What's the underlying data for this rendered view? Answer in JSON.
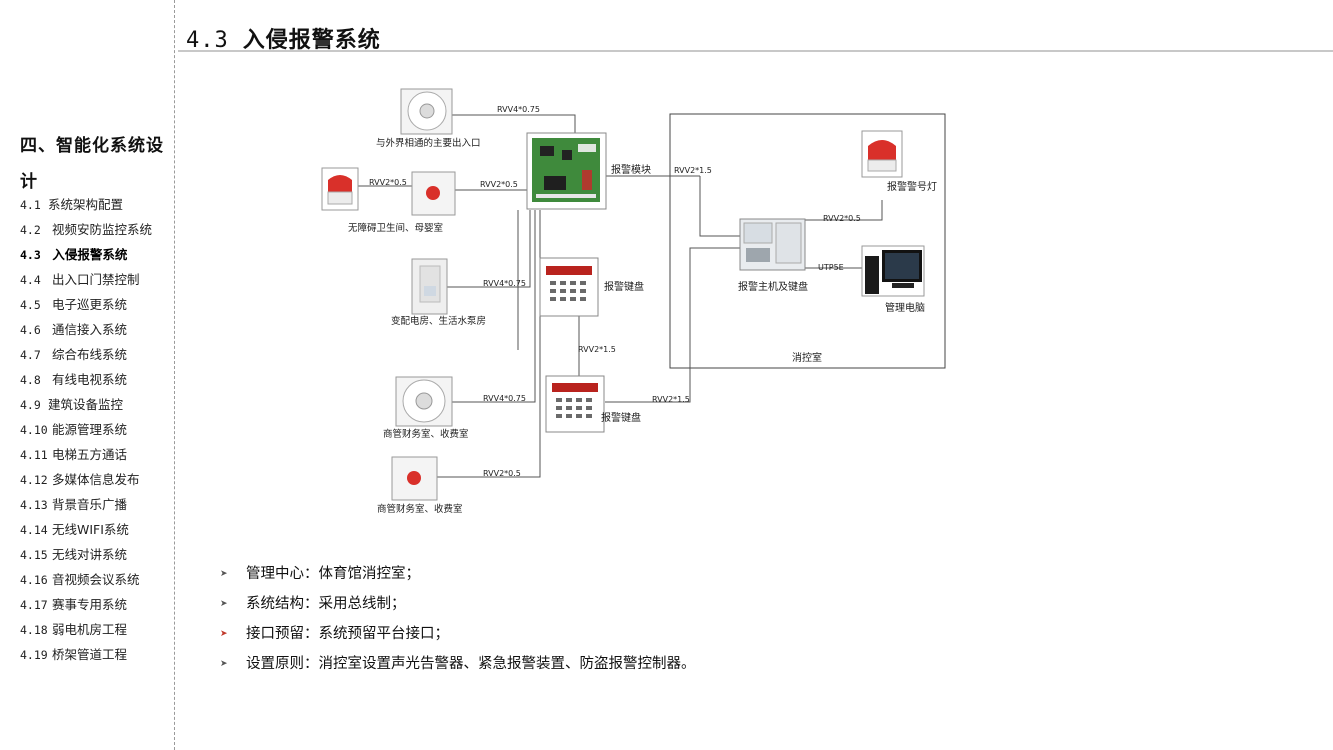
{
  "sidebar": {
    "section_title": "四、智能化系统设计",
    "items": [
      {
        "num": "4.1",
        "label": "系统架构配置",
        "active": false
      },
      {
        "num": "4.2",
        "label": "视频安防监控系统",
        "active": false
      },
      {
        "num": "4.3",
        "label": "入侵报警系统",
        "active": true
      },
      {
        "num": "4.4",
        "label": "出入口门禁控制",
        "active": false
      },
      {
        "num": "4.5",
        "label": "电子巡更系统",
        "active": false
      },
      {
        "num": "4.6",
        "label": "通信接入系统",
        "active": false
      },
      {
        "num": "4.7",
        "label": "综合布线系统",
        "active": false
      },
      {
        "num": "4.8",
        "label": "有线电视系统",
        "active": false
      },
      {
        "num": "4.9",
        "label": "建筑设备监控",
        "active": false
      },
      {
        "num": "4.10",
        "label": "能源管理系统",
        "active": false
      },
      {
        "num": "4.11",
        "label": "电梯五方通话",
        "active": false
      },
      {
        "num": "4.12",
        "label": "多媒体信息发布",
        "active": false
      },
      {
        "num": "4.13",
        "label": "背景音乐广播",
        "active": false
      },
      {
        "num": "4.14",
        "label": "无线WIFI系统",
        "active": false
      },
      {
        "num": "4.15",
        "label": "无线对讲系统",
        "active": false
      },
      {
        "num": "4.16",
        "label": "音视频会议系统",
        "active": false
      },
      {
        "num": "4.17",
        "label": "赛事专用系统",
        "active": false
      },
      {
        "num": "4.18",
        "label": "弱电机房工程",
        "active": false
      },
      {
        "num": "4.19",
        "label": "桥架管道工程",
        "active": false
      }
    ]
  },
  "page": {
    "title_num": "4.3",
    "title_text": "入侵报警系统"
  },
  "diagram": {
    "labels": {
      "entrance": "与外界相通的主要出入口",
      "accessible_toilet": "无障碍卫生间、母婴室",
      "substation": "变配电房、生活水泵房",
      "finance_detector": "商管财务室、收费室",
      "finance_button": "商管财务室、收费室",
      "alarm_module": "报警模块",
      "keypad_1": "报警键盘",
      "keypad_2": "报警键盘",
      "strobe": "报警警号灯",
      "host": "报警主机及键盘",
      "computer": "管理电脑",
      "control_room": "消控室"
    },
    "cables": {
      "entrance": "RVV4*0.75",
      "toilet_siren": "RVV2*0.5",
      "toilet_button": "RVV2*0.5",
      "module_host": "RVV2*1.5",
      "host_strobe": "RVV2*0.5",
      "host_pc": "UTP5E",
      "substation": "RVV4*0.75",
      "keypads": "RVV2*1.5",
      "keypad_host": "RVV2*1.5",
      "finance_detector": "RVV4*0.75",
      "finance_button": "RVV2*0.5"
    }
  },
  "bullets": [
    {
      "text": "管理中心：体育馆消控室；",
      "highlight": false
    },
    {
      "text": "系统结构：采用总线制；",
      "highlight": false
    },
    {
      "text": "接口预留：系统预留平台接口；",
      "highlight": true
    },
    {
      "text": "设置原则：消控室设置声光告警器、紧急报警装置、防盗报警控制器。",
      "highlight": false
    }
  ]
}
